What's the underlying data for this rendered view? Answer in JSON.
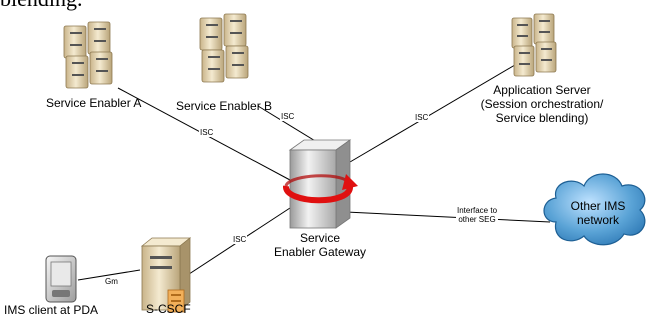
{
  "top_fragment": "blending.",
  "nodes": {
    "enabler_a": "Service Enabler A",
    "enabler_b": "Service Enabler B",
    "app_server": [
      "Application Server",
      "(Session orchestration/",
      "Service blending)"
    ],
    "seg": [
      "Service",
      "Enabler Gateway"
    ],
    "other_ims": [
      "Other IMS",
      "network"
    ],
    "scscf": "S-CSCF",
    "ims_client": "IMS client at PDA"
  },
  "edges": {
    "isc_a": "ISC",
    "isc_b": "ISC",
    "isc_app": "ISC",
    "isc_scscf": "ISC",
    "interface_seg": [
      "Interface to",
      "other SEG"
    ],
    "gm": "Gm"
  },
  "colors": {
    "server_light": "#f4ead0",
    "server_dark": "#c9b48a",
    "seg_body": "#dcdcdc",
    "arrow_red": "#e01010",
    "cloud_fill": "#5aa3d6",
    "cloud_edge": "#1d5f94"
  }
}
